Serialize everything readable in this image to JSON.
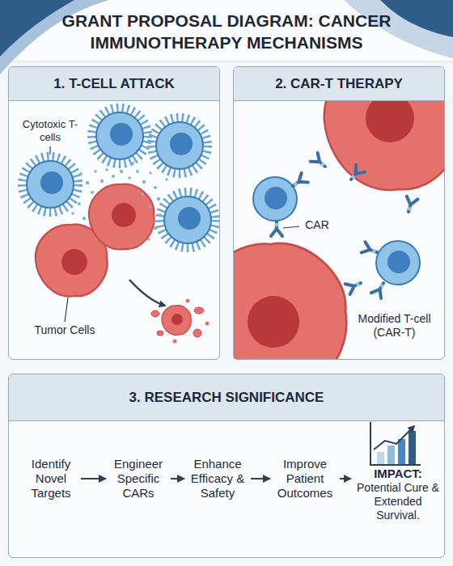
{
  "diagram": {
    "title": "GRANT PROPOSAL DIAGRAM: CANCER IMMUNOTHERAPY MECHANISMS",
    "nodes": [
      {
        "text": [
          "1. T-CELL ATTACK"
        ]
      },
      {
        "text": [
          "2. CAR-T THERAPY"
        ]
      },
      {
        "text": [
          "3. RESEARCH SIGNIFICANCE"
        ]
      },
      {
        "text": [
          "Identify Novel Targets"
        ],
        "in": 2
      },
      {
        "text": [
          "Engineer Specific CARs"
        ],
        "in": 2
      },
      {
        "text": [
          "Enhance Efficacy & Safety"
        ],
        "in": 2
      },
      {
        "text": [
          "Improve Patient Outcomes"
        ],
        "in": 2
      },
      {
        "text": [
          "IMPACT:",
          "Potential Cure & Extended Survival."
        ],
        "in": 2
      }
    ],
    "edges": [
      {
        "from": 3,
        "to": 4,
        "arrow": "to"
      },
      {
        "from": 4,
        "to": 5,
        "arrow": "to"
      },
      {
        "from": 5,
        "to": 6,
        "arrow": "to"
      },
      {
        "from": 6,
        "to": 7,
        "arrow": "to"
      }
    ],
    "labels": [
      "Cytotoxic T-cells",
      "Tumor Cells",
      "CAR",
      "Modified T-cell (CAR-T)"
    ]
  }
}
